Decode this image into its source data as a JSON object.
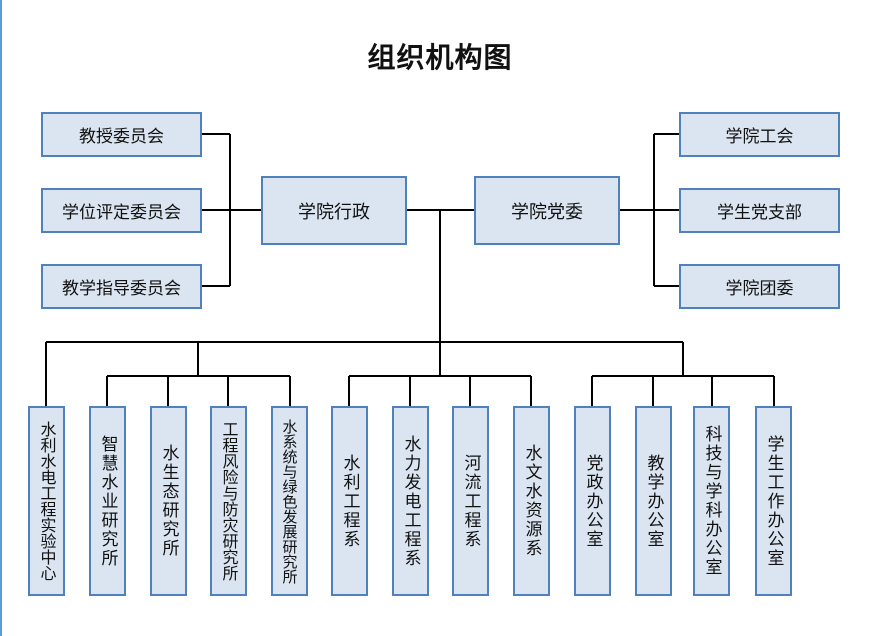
{
  "title": "组织机构图",
  "committees": [
    "教授委员会",
    "学位评定委员会",
    "教学指导委员会"
  ],
  "admin": "学院行政",
  "party": "学院党委",
  "party_units": [
    "学院工会",
    "学生党支部",
    "学院团委"
  ],
  "units": [
    "水利水电工程实验中心",
    "智慧水业研究所",
    "水生态研究所",
    "工程风险与防灾研究所",
    "水系统与绿色发展研究所",
    "水利工程系",
    "水力发电工程系",
    "河流工程系",
    "水文水资源系",
    "党政办公室",
    "教学办公室",
    "科技与学科办公室",
    "学生工作办公室"
  ],
  "colors": {
    "box_fill": "#dbe5f1",
    "box_border": "#4f81bd",
    "line": "#000000"
  }
}
